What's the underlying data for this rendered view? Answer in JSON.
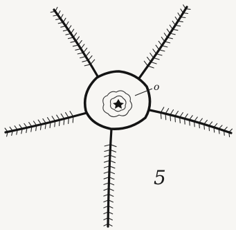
{
  "figure": {
    "number_label": "5",
    "annotation_label": "o"
  },
  "colors": {
    "ink": "#141414",
    "paper": "#f7f6f3"
  },
  "icons": [
    "brittle-star-illustration"
  ]
}
